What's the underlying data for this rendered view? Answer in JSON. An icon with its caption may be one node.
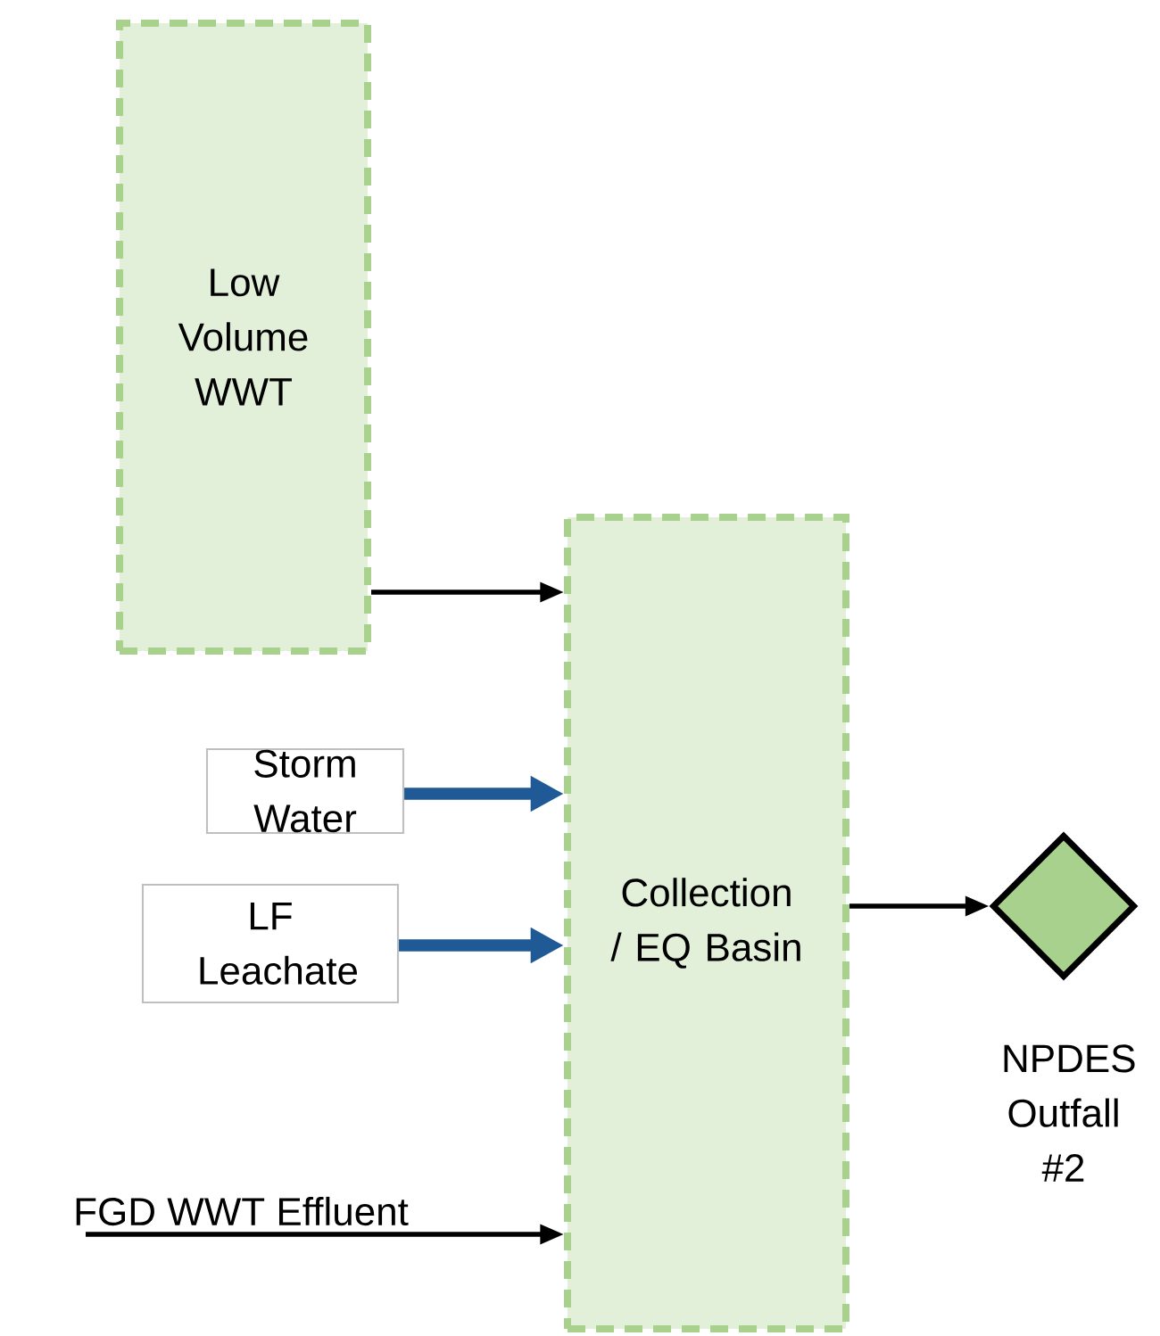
{
  "diagram": {
    "nodes": [
      {
        "text": [
          "Low Volume WWT"
        ]
      },
      {
        "text": [
          "Collection / EQ Basin"
        ]
      },
      {
        "text": [
          "Storm Water"
        ]
      },
      {
        "text": [
          "LF Leachate"
        ]
      },
      {
        "text": [],
        "shape": "diamond",
        "beside": [
          "NPDES Outfall #2"
        ]
      }
    ],
    "edges": [
      {
        "from": 0,
        "to": 1,
        "arrow": "to"
      },
      {
        "from": 2,
        "to": 1,
        "arrow": "to",
        "style": "thick",
        "color": "#1f5a96"
      },
      {
        "from": 3,
        "to": 1,
        "arrow": "to",
        "style": "thick",
        "color": "#1f5a96"
      },
      {
        "from": null,
        "to": 1,
        "arrow": "to",
        "label": "FGD WWT Effluent"
      },
      {
        "from": 1,
        "to": 4,
        "arrow": "to"
      }
    ]
  }
}
